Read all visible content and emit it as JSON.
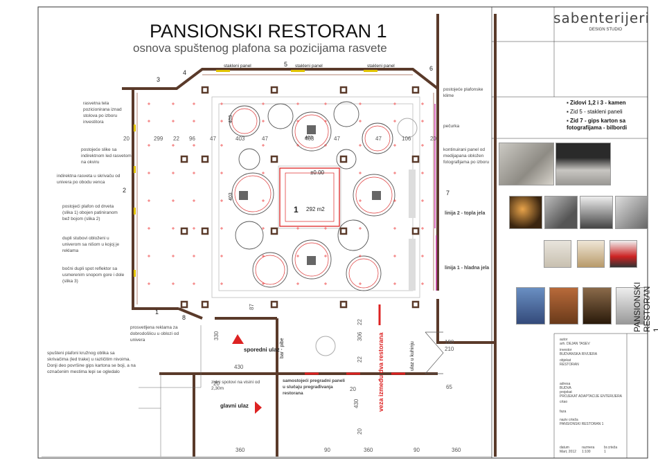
{
  "sheet": {
    "title": "PANSIONSKI RESTORAN 1",
    "subtitle": "osnova spuštenog plafona sa pozicijama rasvete",
    "brand": "sabenterijeri",
    "studio": "DESIGN STUDIO",
    "vertical_title": "PANSIONSKI RESTORAN 1"
  },
  "left_notes": [
    "rasvetna tela pozicionirana iznad stolova po izboru investitora",
    "postojeće slike sa indirektnom led rasvetom na okviru",
    "indirektna rasveta u skrivaču od univera po obodu venca",
    "postojeći plafon od drveta (slika 1) obojen patiniranom bež bojom (slika 2)",
    "dupli stubovi obloženi u univerom sa nišom u kojoj je reklama",
    "bočni dupli spot reflektor sa usmerenim snopom gore i dole (slika 3)",
    "prosvetljena reklama za dobrodošlicu u oblozi od univera",
    "spušteni plafoni kružnog oblika sa skrivačima (led trake) u različitim nivoima. Donji deo površine gips kartona se boji, a na označenim mestima lepi se ogledalo"
  ],
  "right_notes": [
    "postojeće plafonske klime",
    "pečurka",
    "kontinuirani panel od medijapana obložen fotografijama po izboru",
    "linija 2 - topla jela",
    "linija 1 - hladna jela"
  ],
  "plan_labels": {
    "glass_panel": "stakleni panel",
    "area": "292 m2",
    "level": "±0.00",
    "zone": "1",
    "side_entry": "sporedni ulaz",
    "main_entry": "glavni ulaz",
    "bar": "bar - pibe",
    "kitchen": "ulaz u kuhinju",
    "connection": "veza između dva restorana",
    "partition": "samostojeći pregradni paneli u slučaju pregrađivanja restorana",
    "wall_spots": "zidni spotovi na visini od 2,30m",
    "wall_numbers": [
      "1",
      "2",
      "3",
      "4",
      "5",
      "6",
      "7",
      "8"
    ],
    "top_dims": [
      "20",
      "299",
      "22",
      "96",
      "47",
      "403",
      "47",
      "403",
      "47",
      "47",
      "106",
      "20"
    ],
    "circle_dims": [
      "403",
      "403",
      "403"
    ],
    "lower_dims": [
      "87",
      "330",
      "430",
      "20",
      "20",
      "22",
      "306",
      "22",
      "180",
      "210",
      "65",
      "430",
      "20"
    ],
    "bottom_dims": [
      "360",
      "90",
      "360",
      "90",
      "360"
    ]
  },
  "legend": [
    {
      "text": "Zidovi 1,2 i 3 - kamen",
      "bold": true
    },
    {
      "text": "Zid 5 - stakleni paneli",
      "bold": false
    },
    {
      "text": "Zid 7 - gips karton sa fotografijama - bilbordi",
      "bold": true
    }
  ],
  "titleblock": {
    "author_label": "autor",
    "author": "arh. DEJAN TASEV",
    "investor_label": "investor",
    "investor": "BUDVANSKA RIVIJERA",
    "object_label": "objekat",
    "object": "RESTORAN",
    "address_label": "adresa",
    "address": "BUDVA",
    "project_label": "projekat",
    "project": "PROJEKAT ADAPTACIJE ENTERIJERA",
    "part_label": "crtao",
    "phase_label": "faza",
    "sheet_label": "naziv crteža",
    "sheet_name": "PANSIONSKI RESTORAN 1",
    "date_label": "datum",
    "date": "Mart, 2012",
    "scale_label": "razmera",
    "scale": "1:100",
    "num_label": "br.crteža",
    "num": "1"
  }
}
